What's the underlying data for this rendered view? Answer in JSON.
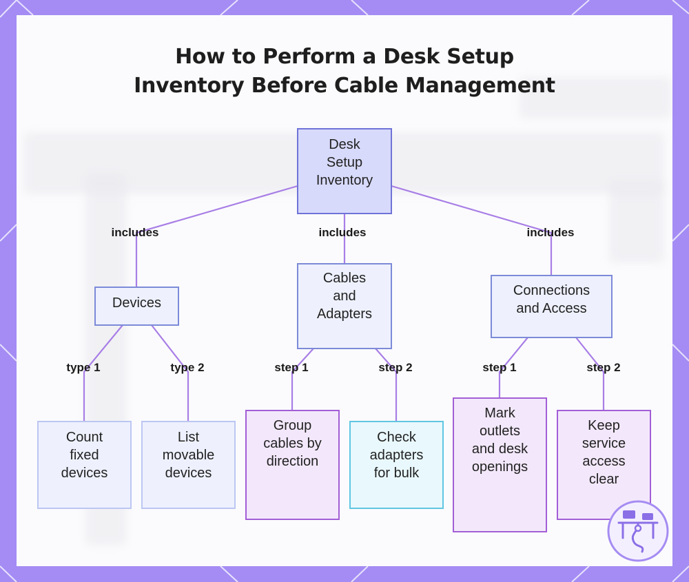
{
  "title": {
    "line1": "How to Perform a Desk Setup",
    "line2": "Inventory Before Cable Management"
  },
  "colors": {
    "frame": "#a48cf4",
    "edge": "#a87ee6",
    "root_fill": "#d8dafb",
    "leaf_purple_border": "#a25ed6",
    "leaf_cyan_border": "#5fc6e2"
  },
  "nodes": {
    "root": "Desk\nSetup\nInventory",
    "devices": "Devices",
    "cables": "Cables\nand\nAdapters",
    "connections": "Connections\nand Access",
    "count_fixed": "Count\nfixed\ndevices",
    "list_movable": "List\nmovable\ndevices",
    "group_cables": "Group\ncables by\ndirection",
    "check_adapters": "Check\nadapters\nfor bulk",
    "mark_outlets": "Mark\noutlets\nand desk\nopenings",
    "keep_access": "Keep\nservice\naccess\nclear"
  },
  "edge_labels": {
    "includes_devices": "includes",
    "includes_cables": "includes",
    "includes_connections": "includes",
    "devices_type1": "type 1",
    "devices_type2": "type 2",
    "cables_step1": "step 1",
    "cables_step2": "step 2",
    "connections_step1": "step 1",
    "connections_step2": "step 2"
  },
  "icons": {
    "logo": "desk-cable-logo-icon"
  }
}
